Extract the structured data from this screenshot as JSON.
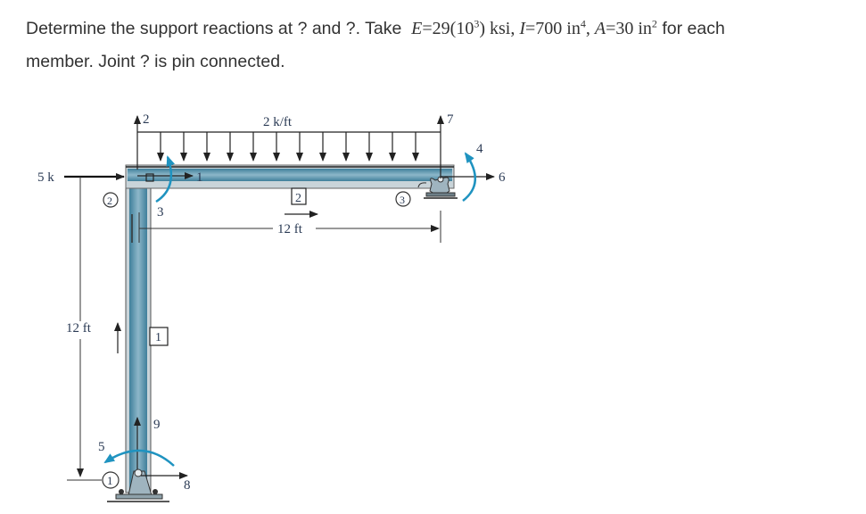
{
  "problem": {
    "line1_prefix": "Determine the support reactions at ? and ?. Take",
    "E_label": "E",
    "E_value": "=29(10",
    "E_exp": "3",
    "E_unit": ") ksi, ",
    "I_label": "I",
    "I_value": "=700 in",
    "I_exp": "4",
    "comma": ", ",
    "A_label": "A",
    "A_value": "=30 in",
    "A_exp": "2",
    "line1_suffix": " for each",
    "line2": "member. Joint ? is pin connected."
  },
  "diagram": {
    "load_label": "5 k",
    "distributed_load_label": "2 k/ft",
    "horizontal_dim": "12 ft",
    "vertical_dim": "12 ft",
    "member_labels": [
      "1",
      "2"
    ],
    "node_labels": [
      "1",
      "2",
      "3"
    ],
    "dof_labels": [
      "1",
      "2",
      "3",
      "4",
      "5",
      "6",
      "7",
      "8",
      "9"
    ],
    "colors": {
      "member_fill": "#4f8ea8",
      "member_highlight": "#9cc3d3",
      "moment_arrow": "#1f93c0",
      "label_text": "#2b3b55",
      "line": "#222222"
    }
  }
}
